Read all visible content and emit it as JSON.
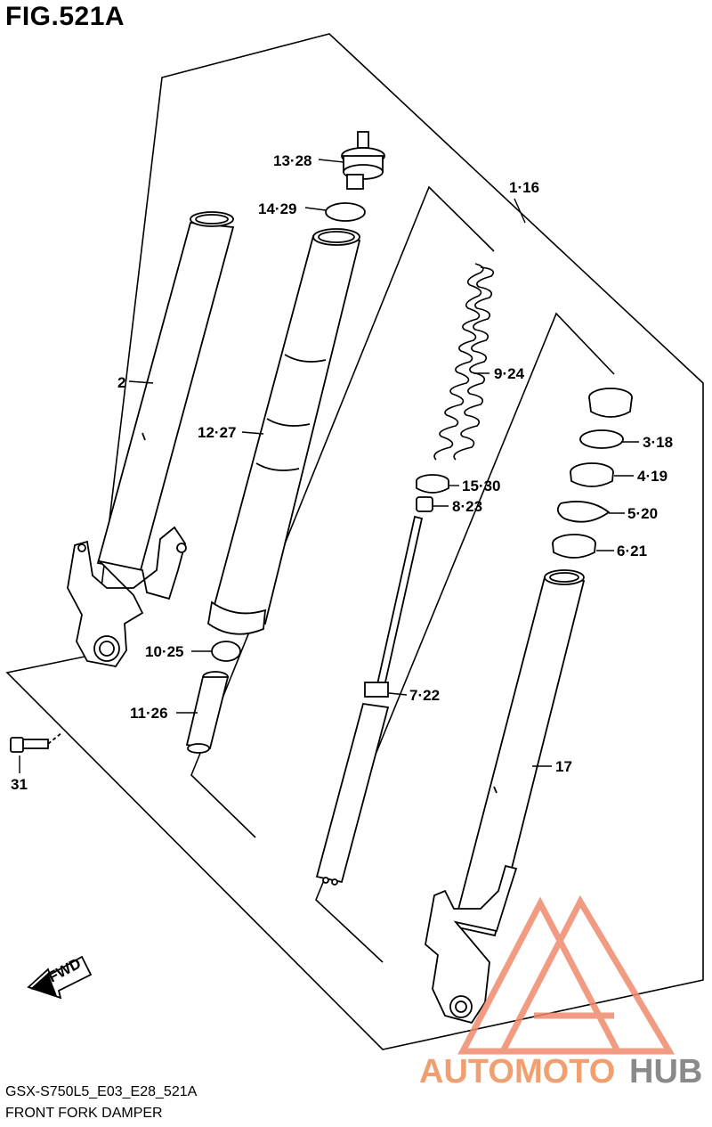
{
  "figure": {
    "title": "FIG.521A"
  },
  "footer": {
    "code": "GSX-S750L5_E03_E28_521A",
    "description": "FRONT FORK DAMPER"
  },
  "fwd_label": "FWD",
  "watermark": {
    "brand_a": "AUTOMOTO",
    "brand_b": "HUB",
    "logo": "triangle-a-logo",
    "color_a": "#f08a6e",
    "color_b": "#8a8a8a"
  },
  "callouts": [
    {
      "id": "13-28",
      "text": "13·28"
    },
    {
      "id": "14-29",
      "text": "14·29"
    },
    {
      "id": "1-16",
      "text": "1·16"
    },
    {
      "id": "2",
      "text": "2"
    },
    {
      "id": "12-27",
      "text": "12·27"
    },
    {
      "id": "9-24",
      "text": "9·24"
    },
    {
      "id": "3-18",
      "text": "3·18"
    },
    {
      "id": "4-19",
      "text": "4·19"
    },
    {
      "id": "15-30",
      "text": "15·30"
    },
    {
      "id": "8-23",
      "text": "8·23"
    },
    {
      "id": "5-20",
      "text": "5·20"
    },
    {
      "id": "6-21",
      "text": "6·21"
    },
    {
      "id": "10-25",
      "text": "10·25"
    },
    {
      "id": "11-26",
      "text": "11·26"
    },
    {
      "id": "7-22",
      "text": "7·22"
    },
    {
      "id": "17",
      "text": "17"
    },
    {
      "id": "31",
      "text": "31"
    }
  ]
}
